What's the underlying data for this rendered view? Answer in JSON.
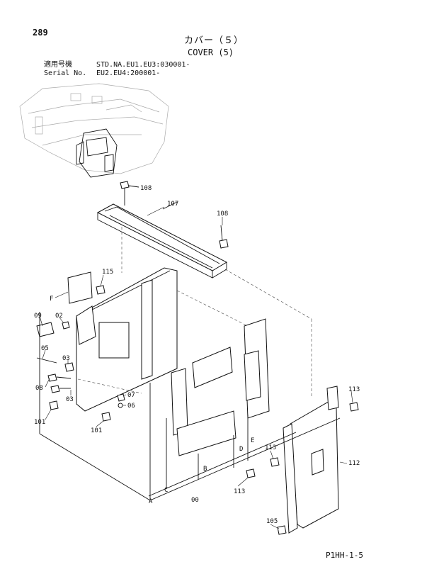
{
  "header": {
    "page_number": "289",
    "title_jp": "カバー（５）",
    "title_en": "COVER (5)",
    "applic_label_jp": "適用号機",
    "serial_label": "Serial No.",
    "serial_line1": "STD.NA.EU1.EU3:030001-",
    "serial_line2": "EU2.EU4:200001-"
  },
  "callouts": {
    "c108a": "108",
    "c107": "107",
    "c108b": "108",
    "c115": "115",
    "cF": "F",
    "c09": "09",
    "c02": "02",
    "c05": "05",
    "c03a": "03",
    "c08": "08",
    "c03b": "03",
    "c07": "07",
    "c06": "06",
    "c101a": "101",
    "c101b": "101",
    "c113a": "113",
    "c113b": "113",
    "c113c": "113",
    "c112": "112",
    "c105": "105",
    "cA": "A",
    "cC": "C",
    "c00": "00",
    "cB": "B",
    "cD": "D",
    "cE": "E"
  },
  "footer": {
    "drawing_code": "P1HH-1-5"
  }
}
